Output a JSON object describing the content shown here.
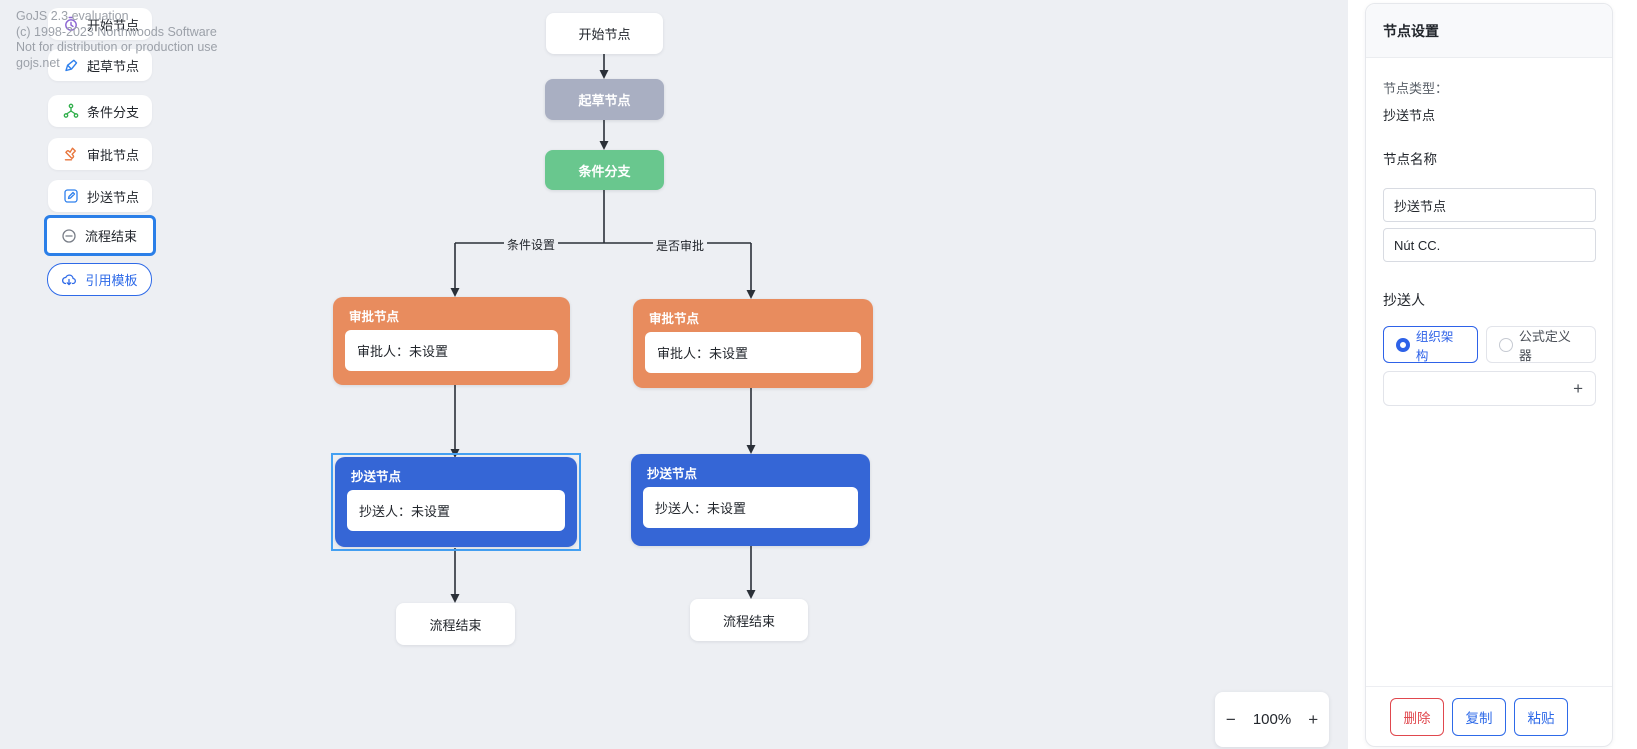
{
  "watermark": {
    "lines": [
      "GoJS 2.3 evaluation",
      "(c) 1998-2023 Northwoods Software",
      "Not for distribution or production use",
      "gojs.net"
    ]
  },
  "palette": {
    "items": [
      {
        "label": "开始节点",
        "icon": "timer-icon",
        "selected": false
      },
      {
        "label": "起草节点",
        "icon": "draft-pen-icon",
        "selected": false
      },
      {
        "label": "条件分支",
        "icon": "branch-icon",
        "selected": false
      },
      {
        "label": "审批节点",
        "icon": "stamp-icon",
        "selected": false
      },
      {
        "label": "抄送节点",
        "icon": "edit-square-icon",
        "selected": false
      },
      {
        "label": "流程结束",
        "icon": "minus-circle-icon",
        "selected": true
      }
    ],
    "template_button": {
      "label": "引用模板",
      "icon": "cloud-download-icon"
    }
  },
  "flow": {
    "start": {
      "label": "开始节点"
    },
    "draft": {
      "label": "起草节点"
    },
    "condition": {
      "label": "条件分支"
    },
    "branch_labels": [
      {
        "label": "条件设置"
      },
      {
        "label": "是否审批"
      }
    ],
    "left": {
      "approval": {
        "title": "审批节点",
        "body": "审批人：未设置"
      },
      "cc": {
        "title": "抄送节点",
        "body": "抄送人：未设置",
        "selected": true
      },
      "end": {
        "label": "流程结束"
      }
    },
    "right": {
      "approval": {
        "title": "审批节点",
        "body": "审批人：未设置"
      },
      "cc": {
        "title": "抄送节点",
        "body": "抄送人：未设置",
        "selected": false
      },
      "end": {
        "label": "流程结束"
      }
    }
  },
  "zoom_control": {
    "minus": "−",
    "level": "100%",
    "plus": "+"
  },
  "panel": {
    "title": "节点设置",
    "node_type_label": "节点类型：",
    "node_type_value": "抄送节点",
    "node_name_label": "节点名称",
    "name_value": "抄送节点",
    "name_value_alt": "Nút CC.",
    "cc_person_label": "抄送人",
    "radio_options": [
      {
        "label": "组织架构",
        "selected": true
      },
      {
        "label": "公式定义器",
        "selected": false
      }
    ],
    "add_label": "+",
    "footer_buttons": [
      {
        "label": "删除",
        "variant": "danger"
      },
      {
        "label": "复制",
        "variant": "primary"
      },
      {
        "label": "粘贴",
        "variant": "primary"
      }
    ]
  },
  "colors": {
    "canvas_bg": "#EDEFF3",
    "node_orange": "#E88C5E",
    "node_blue": "#3566D6",
    "node_green": "#69C78E",
    "node_gray": "#A9AFC2",
    "selection_blue": "#44A0F2",
    "palette_selected_border": "#2B7FE8",
    "accent_blue": "#2E6AE8",
    "danger_red": "#E0484E",
    "link_stroke": "#2B3038"
  }
}
